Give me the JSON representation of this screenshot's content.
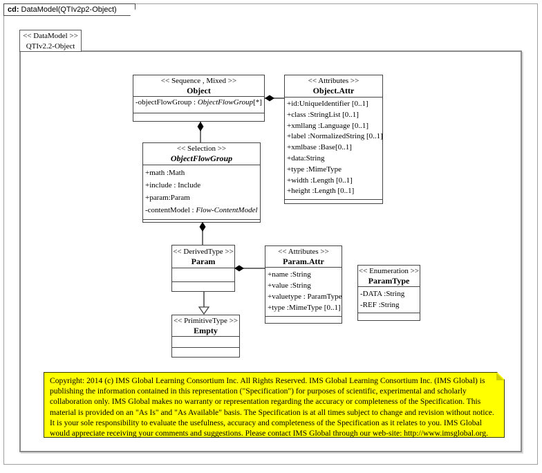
{
  "window": {
    "tab_prefix": "cd:",
    "tab_title": "DataModel(QTIv2p2-Object)"
  },
  "frame": {
    "stereotype": "<< DataModel >>",
    "name": "QTIv2.2-Object"
  },
  "classes": {
    "object": {
      "stereotype": "<< Sequence , Mixed >>",
      "name": "Object",
      "attr_pre": "-objectFlowGroup : ",
      "attr_type": "ObjectFlowGroup",
      "attr_post": "[*]"
    },
    "object_attr": {
      "stereotype": "<< Attributes >>",
      "name": "Object.Attr",
      "attrs": [
        "+id:UniqueIdentifier  [0..1]",
        "+class :StringList [0..1]",
        "+xmllang :Language [0..1]",
        "+label :NormalizedString [0..1]",
        "+xmlbase :Base[0..1]",
        "+data:String",
        "+type :MimeType",
        "+width :Length [0..1]",
        "+height :Length [0..1]"
      ]
    },
    "object_flow_group": {
      "stereotype": "<< Selection >>",
      "name": "ObjectFlowGroup",
      "attrs": [
        "+math :Math",
        "+include : Include",
        "+param:Param"
      ],
      "attr4_pre": "-contentModel : ",
      "attr4_type": "Flow-ContentModel"
    },
    "param": {
      "stereotype": "<< DerivedType >>",
      "name": "Param"
    },
    "param_attr": {
      "stereotype": "<< Attributes >>",
      "name": "Param.Attr",
      "attrs": [
        "+name :String",
        "+value :String",
        "+valuetype : ParamType",
        "+type :MimeType [0..1]"
      ]
    },
    "param_type": {
      "stereotype": "<< Enumeration >>",
      "name": "ParamType",
      "attrs": [
        "-DATA :String",
        "-REF :String"
      ]
    },
    "empty": {
      "stereotype": "<< PrimitiveType >>",
      "name": "Empty"
    }
  },
  "note": {
    "text": "Copyright: 2014 (c) IMS Global Learning Consortium Inc.  All Rights Reserved.  IMS Global Learning Consortium Inc. (IMS Global) is publishing the information contained in this representation (\"Specification\") for purposes of scientific, experimental and scholarly collaboration only.  IMS Global makes no warranty or representation regarding the accuracy or completeness of the Specification.  This material is provided on an \"As Is\" and \"As Available\" basis.  The Specification is at all times subject to change and revision without notice.  It is your sole responsibility to evaluate the usefulness, accuracy and completeness of the Specification as it relates to you.  IMS Global would appreciate receiving your comments and suggestions.  Please contact IMS Global through our web-site: http://www.imsglobal.org."
  },
  "colors": {
    "note_fill": "#ffff00",
    "line": "#434343"
  }
}
